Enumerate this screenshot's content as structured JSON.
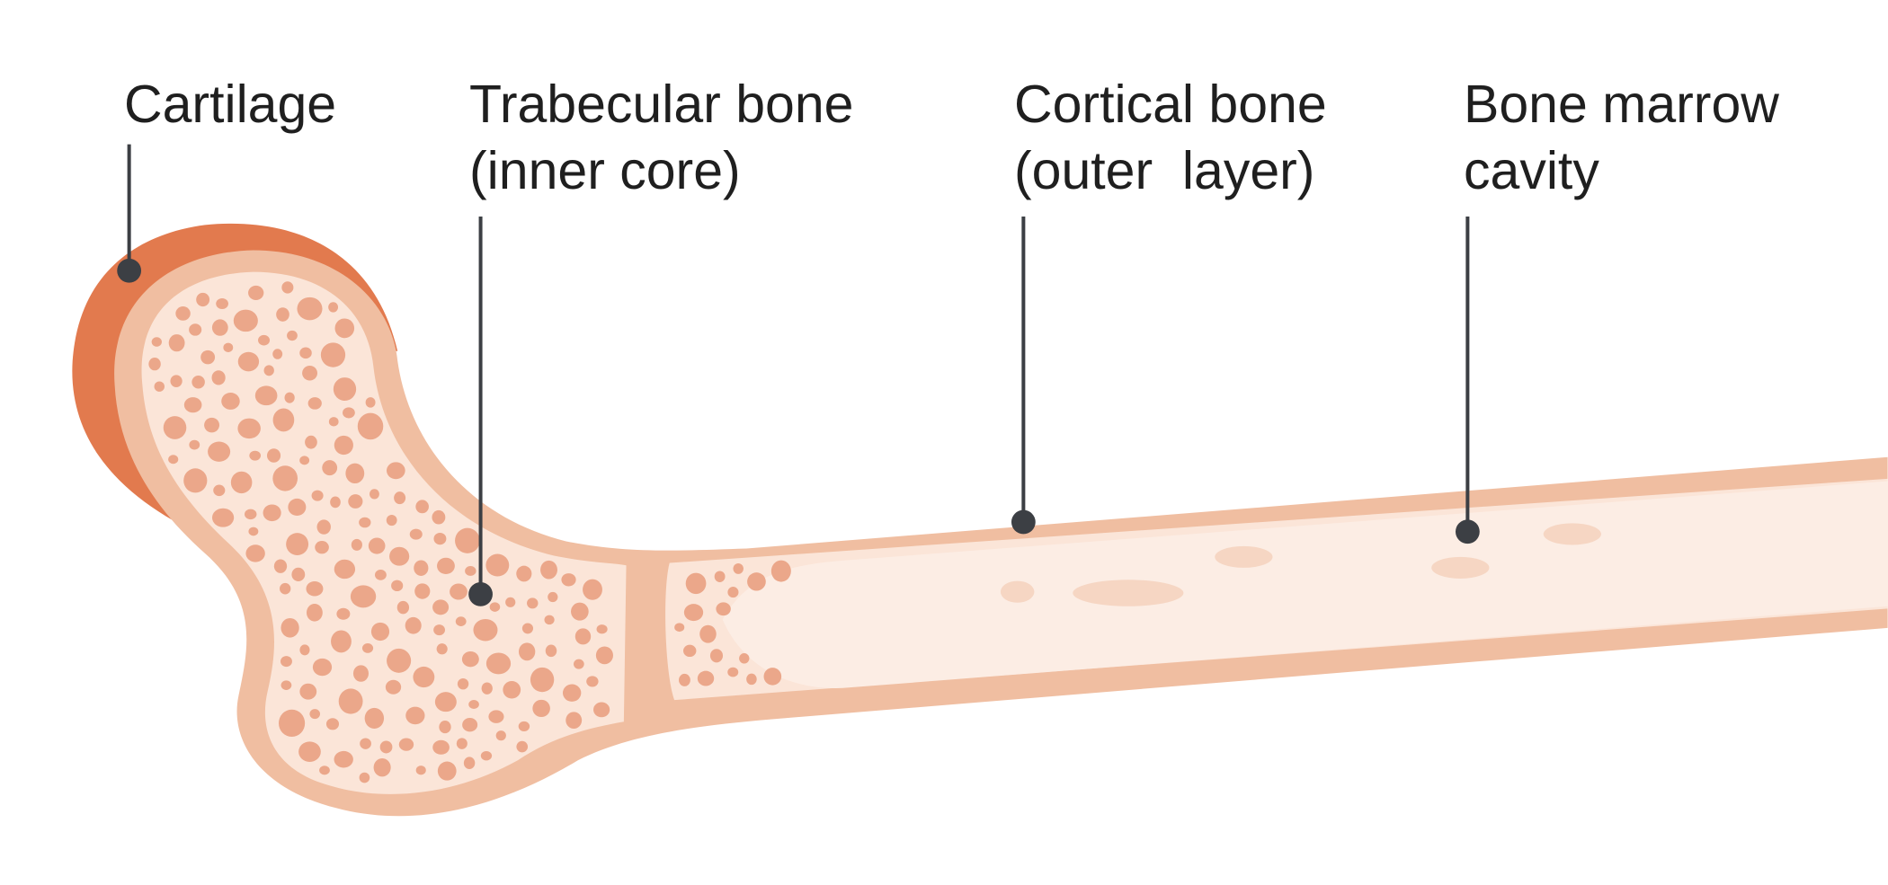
{
  "labels": {
    "cartilage": [
      "Cartilage"
    ],
    "trabecular": [
      "Trabecular bone",
      "(inner core)"
    ],
    "cortical": [
      "Cortical bone",
      "(outer  layer)"
    ],
    "marrow": [
      "Bone marrow",
      "cavity"
    ]
  },
  "colors": {
    "cartilage": "#e27a4e",
    "cortical": "#f0bea1",
    "trabecular_bg": "#fbe5d8",
    "trabecula_dot": "#eba78a",
    "marrow": "#fcece3",
    "leader": "#3c3f44"
  }
}
